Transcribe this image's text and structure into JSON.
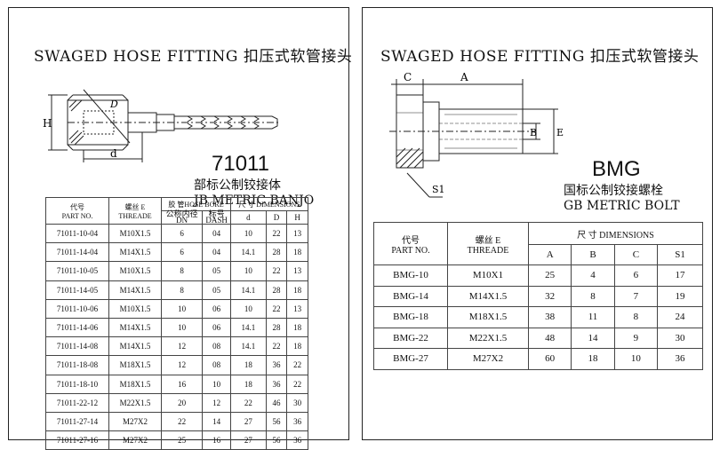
{
  "left": {
    "title": "SWAGED HOSE FITTING  扣压式软管接头",
    "drawing_labels": {
      "h": "H",
      "d": "d",
      "D": "D"
    },
    "model": "71011",
    "subtitle_cn": "部标公制铰接体",
    "subtitle_en": "JB METRIC BANJO",
    "table": {
      "part_no_cn": "代号",
      "part_no_en": "PART NO.",
      "thread_cn": "螺丝 E",
      "thread_en": "THREADE",
      "hose_bore": "胶 管HOSE BORE",
      "dims": "尺 寸 DIMENSIONS",
      "dn_cn": "公称内径",
      "dn_en": "DN",
      "dash_cn": "标号",
      "dash_en": "DASH",
      "col_d": "d",
      "col_D": "D",
      "col_H": "H",
      "rows": [
        [
          "71011-10-04",
          "M10X1.5",
          "6",
          "04",
          "10",
          "22",
          "13"
        ],
        [
          "71011-14-04",
          "M14X1.5",
          "6",
          "04",
          "14.1",
          "28",
          "18"
        ],
        [
          "71011-10-05",
          "M10X1.5",
          "8",
          "05",
          "10",
          "22",
          "13"
        ],
        [
          "71011-14-05",
          "M14X1.5",
          "8",
          "05",
          "14.1",
          "28",
          "18"
        ],
        [
          "71011-10-06",
          "M10X1.5",
          "10",
          "06",
          "10",
          "22",
          "13"
        ],
        [
          "71011-14-06",
          "M14X1.5",
          "10",
          "06",
          "14.1",
          "28",
          "18"
        ],
        [
          "71011-14-08",
          "M14X1.5",
          "12",
          "08",
          "14.1",
          "22",
          "18"
        ],
        [
          "71011-18-08",
          "M18X1.5",
          "12",
          "08",
          "18",
          "36",
          "22"
        ],
        [
          "71011-18-10",
          "M18X1.5",
          "16",
          "10",
          "18",
          "36",
          "22"
        ],
        [
          "71011-22-12",
          "M22X1.5",
          "20",
          "12",
          "22",
          "46",
          "30"
        ],
        [
          "71011-27-14",
          "M27X2",
          "22",
          "14",
          "27",
          "56",
          "36"
        ],
        [
          "71011-27-16",
          "M27X2",
          "25",
          "16",
          "27",
          "56",
          "36"
        ]
      ]
    }
  },
  "right": {
    "title": "SWAGED HOSE FITTING  扣压式软管接头",
    "drawing_labels": {
      "c": "C",
      "a": "A",
      "b": "B",
      "e": "E",
      "s1": "S1"
    },
    "model": "BMG",
    "subtitle_cn": "国标公制铰接螺栓",
    "subtitle_en": "GB METRIC BOLT",
    "table": {
      "part_no_cn": "代号",
      "part_no_en": "PART NO.",
      "thread_cn": "螺丝 E",
      "thread_en": "THREADE",
      "dims": "尺 寸 DIMENSIONS",
      "col_a": "A",
      "col_b": "B",
      "col_c": "C",
      "col_s1": "S1",
      "rows": [
        [
          "BMG-10",
          "M10X1",
          "25",
          "4",
          "6",
          "17"
        ],
        [
          "BMG-14",
          "M14X1.5",
          "32",
          "8",
          "7",
          "19"
        ],
        [
          "BMG-18",
          "M18X1.5",
          "38",
          "11",
          "8",
          "24"
        ],
        [
          "BMG-22",
          "M22X1.5",
          "48",
          "14",
          "9",
          "30"
        ],
        [
          "BMG-27",
          "M27X2",
          "60",
          "18",
          "10",
          "36"
        ]
      ]
    }
  }
}
